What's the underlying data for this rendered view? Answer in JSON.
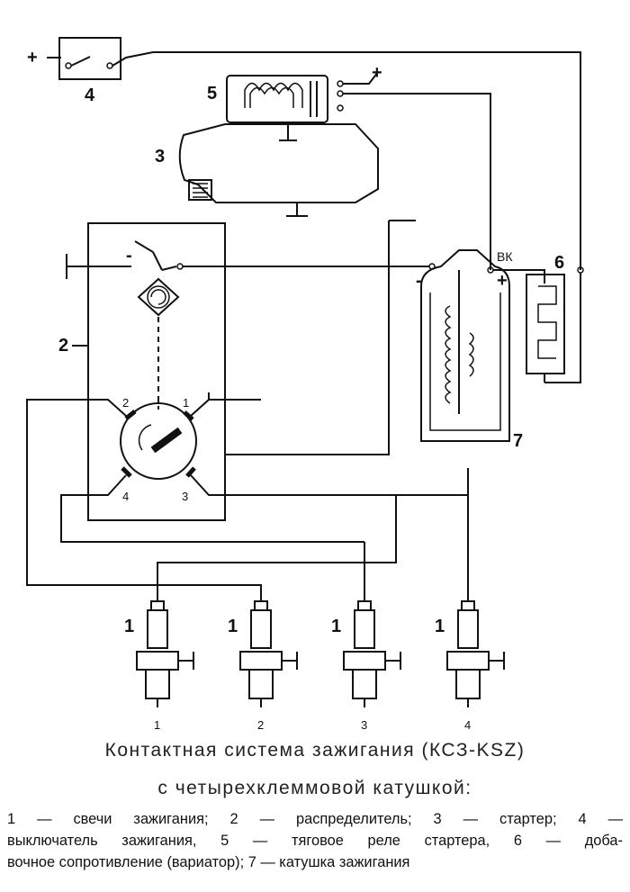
{
  "labels": {
    "switch_plus": "+",
    "switch_num": "4",
    "relay_num": "5",
    "relay_plus": "+",
    "starter_num": "3",
    "distributor_num": "2",
    "contact_minus": "-",
    "terminal_2": "2",
    "terminal_1": "1",
    "terminal_4": "4",
    "terminal_3": "3",
    "coil_minus": "-",
    "coil_plus": "+",
    "vk": "ВК",
    "resistor_num": "6",
    "coil_num": "7",
    "plug_callouts": [
      "1",
      "1",
      "1",
      "1"
    ],
    "plug_numbers": [
      "1",
      "2",
      "3",
      "4"
    ]
  },
  "caption": {
    "title_line1": "Контактная система зажигания (КСЗ-KSZ)",
    "title_line2": "с четырехклеммовой катушкой:"
  },
  "legend": {
    "line1": "1 — свечи зажигания; 2 — распределитель; 3 — стартер; 4 —",
    "line2": "выключатель зажигания, 5 — тяговое реле стартера, 6 — доба-",
    "line3": "вочное сопротивление (вариатор); 7 — катушка зажигания"
  }
}
